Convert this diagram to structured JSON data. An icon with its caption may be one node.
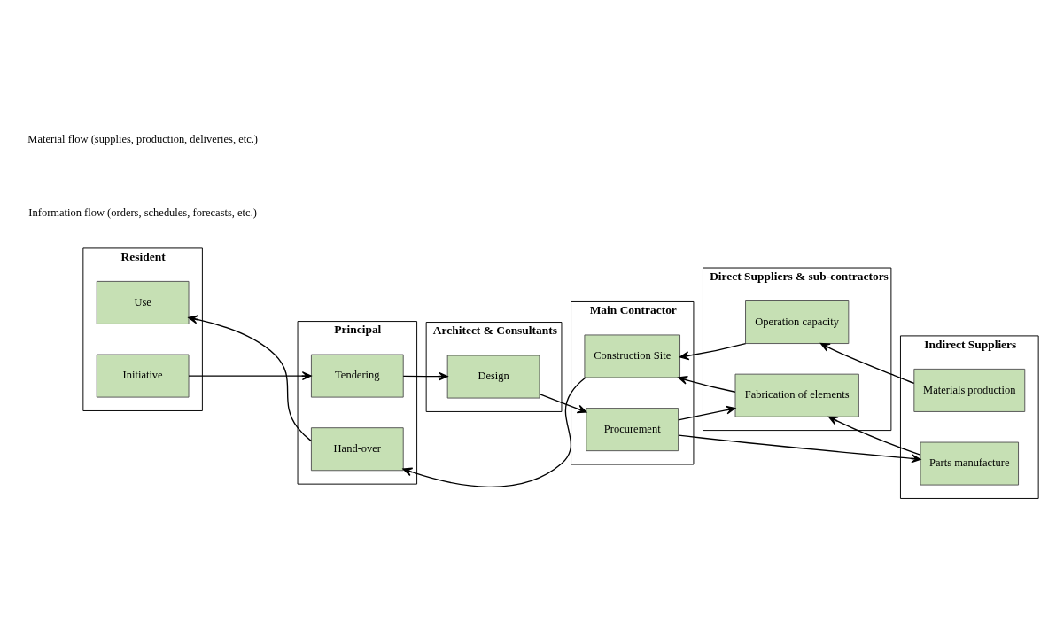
{
  "diagram": {
    "nodes": [
      {
        "text": [
          "Resident"
        ]
      },
      {
        "text": [
          "Initiative"
        ],
        "in": 0
      },
      {
        "text": [
          "Use"
        ],
        "in": 0
      },
      {
        "text": [
          "Principal"
        ]
      },
      {
        "text": [
          "Tendering"
        ],
        "in": 3
      },
      {
        "text": [
          "Hand-over"
        ],
        "in": 3
      },
      {
        "text": [
          "Architect & Consultants"
        ]
      },
      {
        "text": [
          "Design"
        ],
        "in": 6
      },
      {
        "text": [
          "Main Contractor"
        ]
      },
      {
        "text": [
          "Procurement"
        ],
        "in": 8
      },
      {
        "text": [
          "Construction Site"
        ],
        "in": 8
      },
      {
        "text": [
          "Direct Suppliers & sub-contractors"
        ]
      },
      {
        "text": [
          "Fabrication of elements"
        ],
        "in": 11
      },
      {
        "text": [
          "Operation capacity"
        ],
        "in": 11
      },
      {
        "text": [
          "Indirect Suppliers"
        ]
      },
      {
        "text": [
          "Parts manufacture"
        ],
        "in": 14
      },
      {
        "text": [
          "Materials production"
        ],
        "in": 14
      }
    ],
    "edges": [
      {
        "from": 1,
        "to": 4,
        "arrow": "to"
      },
      {
        "from": 4,
        "to": 7,
        "arrow": "to"
      },
      {
        "from": 7,
        "to": 9,
        "arrow": "to"
      },
      {
        "from": 9,
        "to": 12,
        "arrow": "to"
      },
      {
        "from": 9,
        "to": 15,
        "arrow": "to"
      },
      {
        "from": 15,
        "to": 12,
        "arrow": "to"
      },
      {
        "from": 12,
        "to": 10,
        "arrow": "to"
      },
      {
        "from": 16,
        "to": 13,
        "arrow": "to"
      },
      {
        "from": 13,
        "to": 10,
        "arrow": "to"
      },
      {
        "from": 10,
        "to": 5,
        "arrow": "to"
      },
      {
        "from": 5,
        "to": 2,
        "arrow": "to"
      }
    ],
    "labels": [
      "Information flow (orders, schedules, forecasts, etc.)",
      "Material flow (supplies, production, deliveries, etc.)"
    ]
  }
}
